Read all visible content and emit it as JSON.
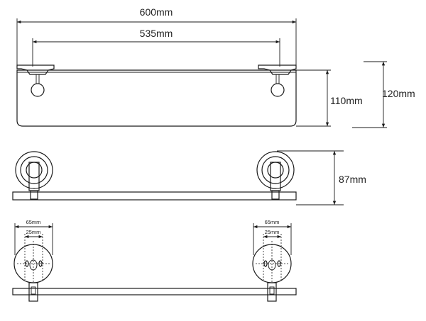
{
  "top_view": {
    "overall_width": "600mm",
    "bracket_spacing": "535mm",
    "depth_shelf": "110mm",
    "depth_total": "120mm"
  },
  "front_view": {
    "height": "87mm"
  },
  "rear_view": {
    "left_plate_width": "65mm",
    "left_hole_spacing": "25mm",
    "right_plate_width": "65mm",
    "right_hole_spacing": "25mm"
  }
}
